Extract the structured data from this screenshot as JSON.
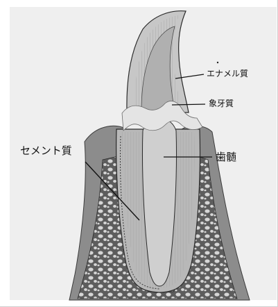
{
  "labels": {
    "enamel": "エナメル質",
    "dentin": "象牙質",
    "pulp": "歯髄",
    "cementum": "セメント質"
  },
  "colors": {
    "background": "#ffffff",
    "paper": "#ececec",
    "enamel": "#c7c7c7",
    "dentin": "#b3b3b3",
    "pulp": "#c9c9c9",
    "bone": "#6d6d6d",
    "outline": "#2a2a2a"
  }
}
